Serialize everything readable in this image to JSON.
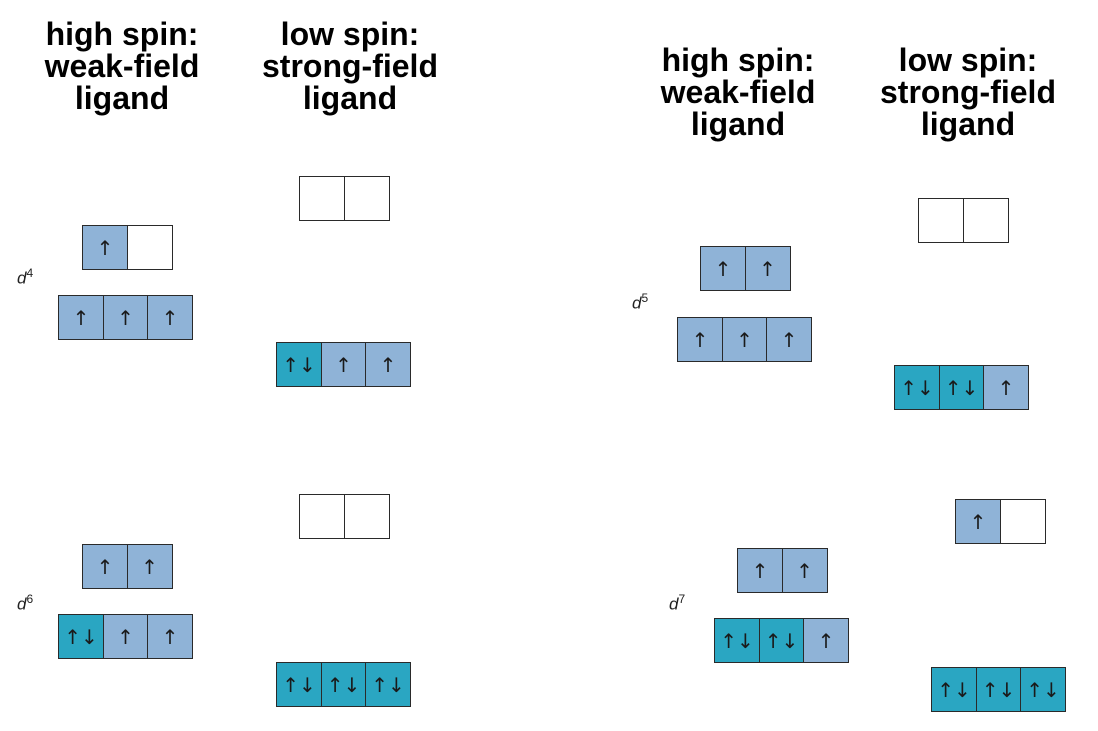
{
  "headers": {
    "high_spin": [
      "high spin:",
      "weak-field",
      "ligand"
    ],
    "low_spin": [
      "low spin:",
      "strong-field",
      "ligand"
    ]
  },
  "colors": {
    "half_filled": "#8fb3d7",
    "paired": "#2aa6c2",
    "empty": "#ffffff"
  },
  "configs": {
    "d4": {
      "label": "d",
      "exp": "4",
      "high_spin": {
        "eg": [
          "↑",
          ""
        ],
        "t2g": [
          "↑",
          "↑",
          "↑"
        ]
      },
      "low_spin": {
        "eg": [
          "",
          ""
        ],
        "t2g": [
          "↑↓",
          "↑",
          "↑"
        ]
      }
    },
    "d6": {
      "label": "d",
      "exp": "6",
      "high_spin": {
        "eg": [
          "↑",
          "↑"
        ],
        "t2g": [
          "↑↓",
          "↑",
          "↑"
        ]
      },
      "low_spin": {
        "eg": [
          "",
          ""
        ],
        "t2g": [
          "↑↓",
          "↑↓",
          "↑↓"
        ]
      }
    },
    "d5": {
      "label": "d",
      "exp": "5",
      "high_spin": {
        "eg": [
          "↑",
          "↑"
        ],
        "t2g": [
          "↑",
          "↑",
          "↑"
        ]
      },
      "low_spin": {
        "eg": [
          "",
          ""
        ],
        "t2g": [
          "↑↓",
          "↑↓",
          "↑"
        ]
      }
    },
    "d7": {
      "label": "d",
      "exp": "7",
      "high_spin": {
        "eg": [
          "↑",
          "↑"
        ],
        "t2g": [
          "↑↓",
          "↑↓",
          "↑"
        ]
      },
      "low_spin": {
        "eg": [
          "↑",
          ""
        ],
        "t2g": [
          "↑↓",
          "↑↓",
          "↑↓"
        ]
      }
    }
  }
}
